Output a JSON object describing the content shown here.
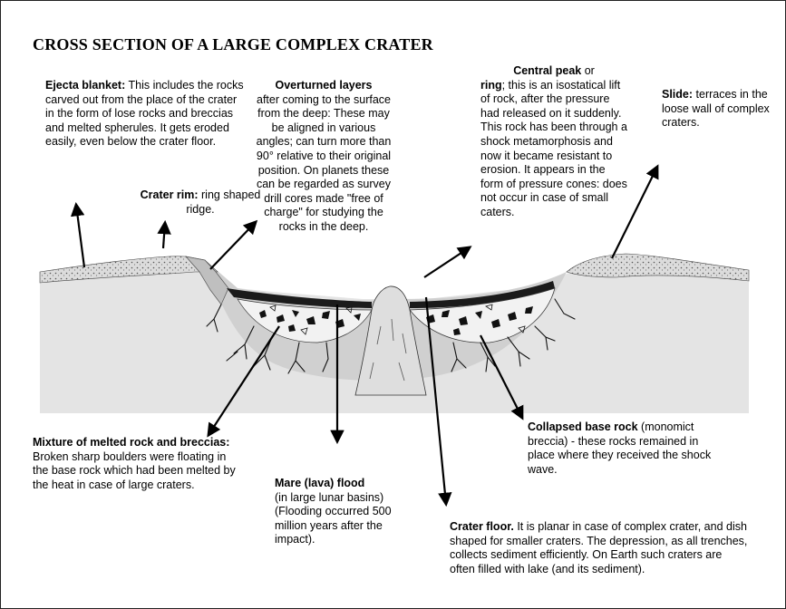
{
  "title": "CROSS SECTION OF A LARGE COMPLEX CRATER",
  "labels": {
    "ejecta": {
      "head": "Ejecta blanket:",
      "body": " This includes the rocks carved out from the place of the crater in the form of lose rocks and breccias and melted spherules.  It gets eroded easily, even below the crater floor."
    },
    "rim": {
      "head": "Crater rim:",
      "body": " ring shaped ridge."
    },
    "overturned": {
      "head": "Overturned layers",
      "body": "after coming to the surface from the deep: These may be aligned in various angles; can turn more than 90° relative to their original position. On planets these can be regarded as survey drill cores made \"free of charge\" for studying the rocks in the deep."
    },
    "peak": {
      "head": "Central peak",
      "mid": " or ",
      "head2": "ring",
      "body": "; this is an isostatical lift of rock, after the pressure had released on it suddenly. This rock has been through a shock metamorphosis and now it became resistant to erosion. It appears in the form of pressure cones: does not occur in case of small caters."
    },
    "slide": {
      "head": "Slide:",
      "body": " terraces in the loose wall of complex craters."
    },
    "mixture": {
      "head": "Mixture of melted rock and breccias:",
      "body": " Broken sharp boulders were floating in the base rock which had been melted by the heat in case of large craters."
    },
    "mare": {
      "head": "Mare (lava) flood",
      "body": "(in large lunar basins) (Flooding occurred 500 million years after the impact)."
    },
    "collapsed": {
      "head": "Collapsed base rock",
      "body": " (monomict breccia) - these rocks remained in place where they received the shock wave."
    },
    "floor": {
      "head": "Crater floor.",
      "body": " It is planar in case of complex crater, and dish shaped for smaller craters. The depression, as all trenches, collects sediment efficiently.  On Earth such craters are often filled with lake (and its sediment)."
    }
  },
  "colors": {
    "sky": "#ffffff",
    "ground": "#e6e6e6",
    "ground_dark": "#cfcfcf",
    "ejecta": "#d9d9d9",
    "melt_sheet": "#1a1a1a",
    "lens": "#f0f0f0",
    "ink": "#000000"
  }
}
